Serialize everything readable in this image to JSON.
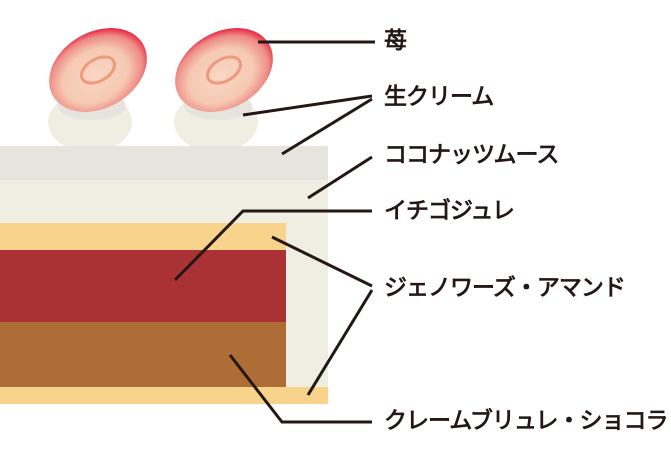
{
  "labels": {
    "strawberry": "苺",
    "cream": "生クリーム",
    "coconut_mousse": "ココナッツムース",
    "strawberry_jelly": "イチゴジュレ",
    "genoise": "ジェノワーズ・アマンド",
    "cremeux": "クレームブリュレ・ショコラ"
  },
  "colors": {
    "top_layer": "#e6e4dd",
    "mousse": "#f0eee2",
    "genoise": "#f7d38c",
    "jelly": "#ab3234",
    "cremeux": "#ae6d37",
    "strawberry": "#e5002d",
    "line": "#231815"
  }
}
